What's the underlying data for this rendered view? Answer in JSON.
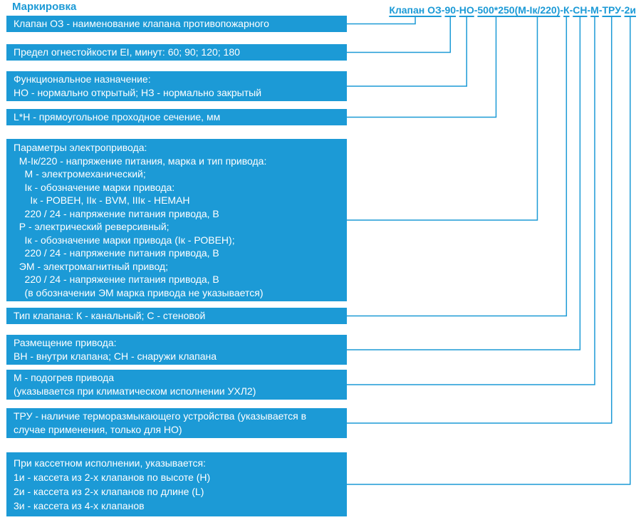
{
  "title": "Маркировка",
  "colors": {
    "accent": "#1C9AD6",
    "box_background": "#1C9AD6",
    "box_text": "#FFFFFF",
    "background": "#FFFFFF"
  },
  "code": {
    "full": "Клапан ОЗ-90-НО-500*250(М-Iк/220)-К-СН-М-ТРУ-2и",
    "segments": [
      {
        "id": "valve-name",
        "sep_before": "",
        "text": "Клапан ОЗ"
      },
      {
        "id": "fire-resistance",
        "sep_before": "-",
        "text": "90"
      },
      {
        "id": "functional-purpose",
        "sep_before": "-",
        "text": "НО"
      },
      {
        "id": "cross-section",
        "sep_before": "-",
        "text": "500*250"
      },
      {
        "id": "actuator-params",
        "sep_before": "",
        "text": "(М-Iк/220)"
      },
      {
        "id": "valve-type",
        "sep_before": "-",
        "text": "К"
      },
      {
        "id": "actuator-placement",
        "sep_before": "-",
        "text": "СН"
      },
      {
        "id": "actuator-heating",
        "sep_before": "-",
        "text": "М"
      },
      {
        "id": "thermal-release",
        "sep_before": "-",
        "text": "ТРУ"
      },
      {
        "id": "cassette-design",
        "sep_before": "-",
        "text": "2и"
      }
    ]
  },
  "boxes": [
    {
      "id": "valve-name",
      "lines": [
        "Клапан ОЗ - наименование клапана противопожарного"
      ]
    },
    {
      "id": "fire-resistance",
      "lines": [
        "Предел огнестойкости EI, минут: 60; 90; 120; 180"
      ]
    },
    {
      "id": "functional-purpose",
      "lines": [
        "Функциональное назначение:",
        "НО - нормально открытый; НЗ - нормально закрытый"
      ]
    },
    {
      "id": "cross-section",
      "lines": [
        "L*H - прямоугольное проходное сечение, мм"
      ]
    },
    {
      "id": "actuator-params",
      "lines": [
        "Параметры электропривода:",
        "  М-Iк/220 - напряжение питания, марка и тип привода:",
        "    М - электромеханический;",
        "    Iк - обозначение марки привода:",
        "      Iк - РОВЕН, IIк - BVM, IIIк - НЕМАН",
        "    220 / 24 - напряжение питания привода, В",
        "  Р - электрический реверсивный;",
        "    Iк - обозначение марки привода (Iк - РОВЕН);",
        "    220 / 24 - напряжение питания привода, В",
        "  ЭМ - электромагнитный привод;",
        "    220 / 24 - напряжение питания привода, В",
        "    (в обозначении ЭМ марка привода не указывается)"
      ]
    },
    {
      "id": "valve-type",
      "lines": [
        "Тип клапана: К - канальный; С - стеновой"
      ]
    },
    {
      "id": "actuator-placement",
      "lines": [
        "Размещение привода:",
        "ВН - внутри клапана; СН - снаружи клапана"
      ]
    },
    {
      "id": "actuator-heating",
      "lines": [
        "М - подогрев привода",
        "(указывается при климатическом исполнении УХЛ2)"
      ]
    },
    {
      "id": "thermal-release",
      "lines": [
        "ТРУ - наличие терморазмыкающего устройства (указывается в",
        "случае применения, только для НО)"
      ]
    },
    {
      "id": "cassette-design",
      "lines": [
        "При кассетном исполнении, указывается:",
        "1и - кассета из 2-х клапанов по высоте (Н)",
        "2и - кассета из 2-х клапанов по длине (L)",
        "3и - кассета из 4-х клапанов"
      ]
    }
  ]
}
